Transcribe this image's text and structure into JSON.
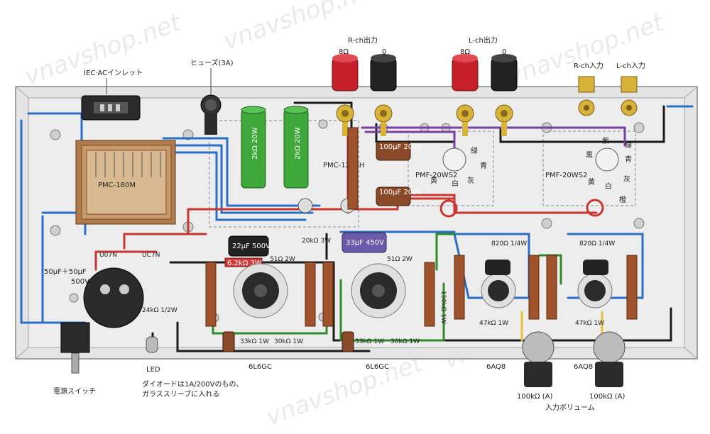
{
  "labels": {
    "iec_inlet": "IEC·ACインレット",
    "fuse": "ヒューズ(3A)",
    "rch_out": "R-ch出力",
    "lch_out": "L-ch出力",
    "r_8ohm": "8Ω",
    "r_0": "0",
    "l_8ohm": "8Ω",
    "l_0": "0",
    "rch_in": "R-ch入力",
    "lch_in": "L-ch入力",
    "transformer": "PMC-180M",
    "choke": "PMC-1223H",
    "out_tr_r": "PMF-20WS2",
    "out_tr_l": "PMF-20WS2",
    "res_2k_20w_a": "2kΩ 20W",
    "res_2k_20w_b": "2kΩ 20W",
    "cap_100u_a": "100μF 200V",
    "cap_100u_b": "100μF 200V",
    "cap_22u": "22μF 500V",
    "cap_33u": "33μF 450V",
    "res_6k2": "6.2kΩ 3W",
    "res_20k_3w": "20kΩ 3W",
    "res_51_a": "51Ω 2W",
    "res_51_b": "51Ω 2W",
    "res_150k": "150kΩ 1W",
    "res_33k_a": "33kΩ 1W",
    "res_30k_a": "30kΩ 1W",
    "res_33k_b": "33kΩ 1W",
    "res_30k_b": "30kΩ 1W",
    "res_24k": "24kΩ 1/2W",
    "res_820_a": "820Ω 1/4W",
    "res_820_b": "820Ω 1/4W",
    "res_47k_a": "47kΩ 1W",
    "res_47k_b": "47kΩ 1W",
    "diode_a": "U07N",
    "diode_b": "UC7N",
    "block_cap": "50μF＋50μF\n500V",
    "led": "LED",
    "diode_note_1": "ダイオードは1A/200Vのもの、",
    "diode_note_2": "ガラススリーブに入れる",
    "power_switch": "電源スイッチ",
    "tube_6l6gc_a": "6L6GC",
    "tube_6l6gc_b": "6L6GC",
    "tube_6aq8_a": "6AQ8",
    "tube_6aq8_b": "6AQ8",
    "vol_a": "100kΩ (A)",
    "vol_b": "100kΩ (A)",
    "vol_label": "入力ボリューム",
    "wire_green": "緑",
    "wire_blue": "青",
    "wire_black": "黒",
    "wire_gray": "灰",
    "wire_white": "白",
    "wire_yellow": "黄",
    "wire_purple": "紫",
    "wire_orange": "橙",
    "watermark": "vnavshop.net"
  },
  "colors": {
    "chassis": "#e6e6e6",
    "wire_blue": "#2a6fc7",
    "wire_red": "#c8362f",
    "wire_black": "#1a1a1a",
    "wire_green": "#2f8a2a",
    "wire_purple": "#7a3ea0",
    "res_green": "#3fa83a",
    "cap_brown": "#8a4a2a"
  }
}
